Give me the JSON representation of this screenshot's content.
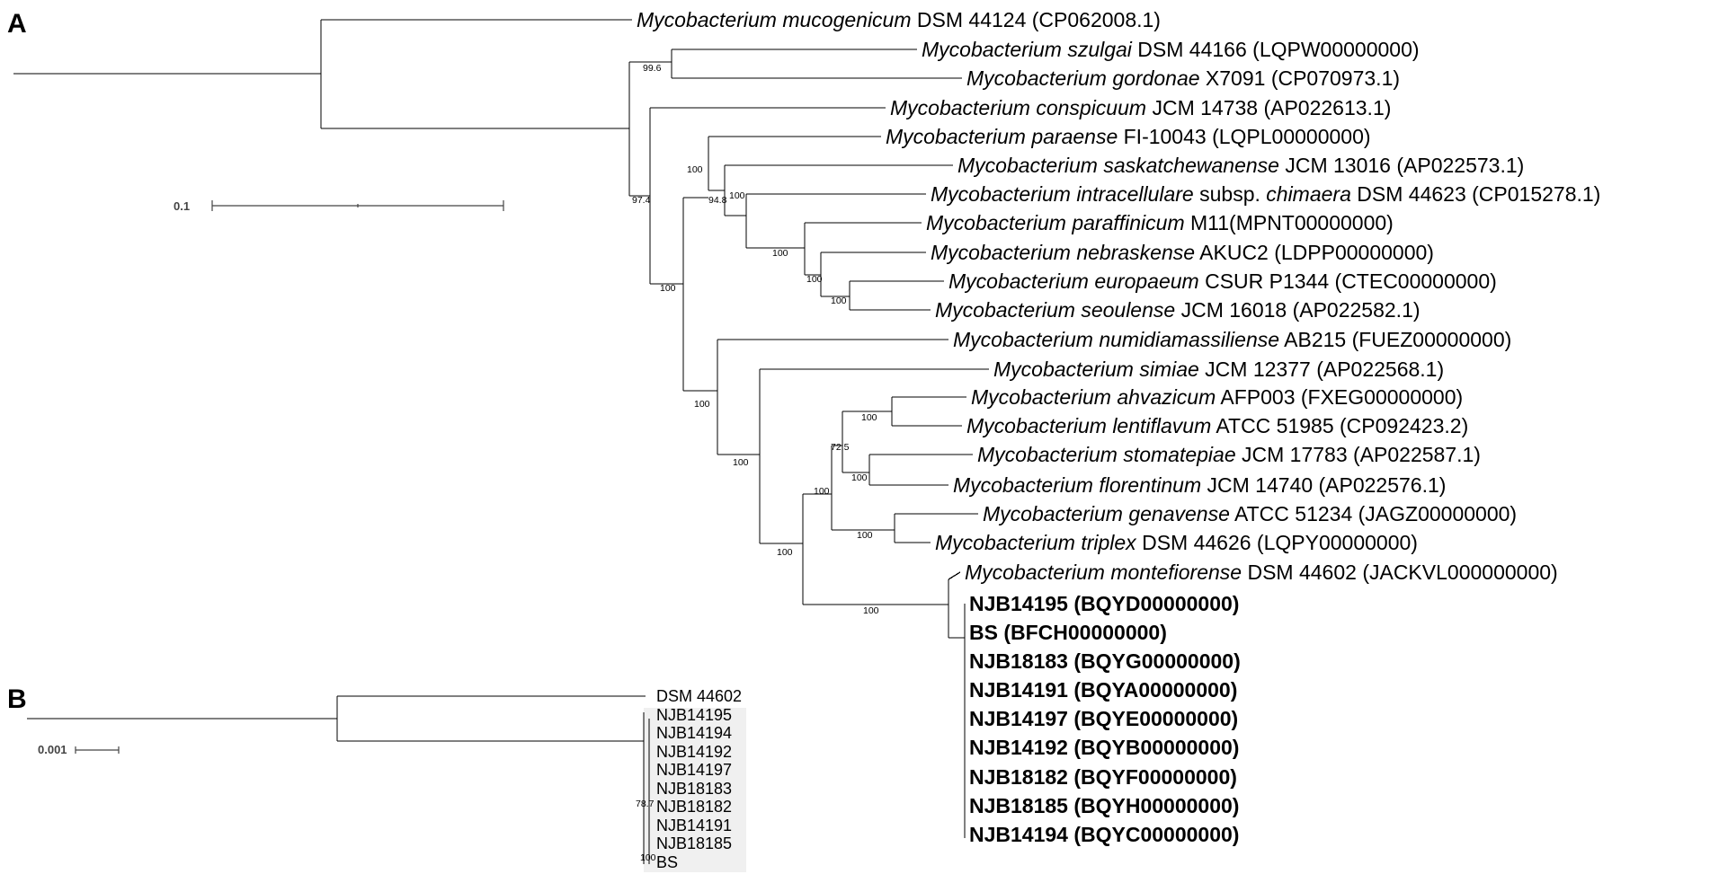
{
  "panels": {
    "a": {
      "letter": "A",
      "scale_label": "0.1",
      "support_values": [
        "99.6",
        "97.4",
        "100",
        "94.8",
        "100",
        "100",
        "100",
        "100",
        "100",
        "100",
        "100",
        "100",
        "72.5",
        "100",
        "100",
        "100",
        "100",
        "100"
      ],
      "leaves": [
        {
          "italic": "Mycobacterium mucogenicum",
          "rest": " DSM 44124 (CP062008.1)"
        },
        {
          "italic": "Mycobacterium szulgai",
          "rest": " DSM 44166 (LQPW00000000)"
        },
        {
          "italic": "Mycobacterium gordonae",
          "rest": " X7091 (CP070973.1)"
        },
        {
          "italic": "Mycobacterium conspicuum",
          "rest": " JCM 14738 (AP022613.1)"
        },
        {
          "italic": "Mycobacterium paraense",
          "rest": " FI-10043 (LQPL00000000)"
        },
        {
          "italic": "Mycobacterium saskatchewanense",
          "rest": " JCM 13016 (AP022573.1)"
        },
        {
          "italic": "Mycobacterium intracellulare",
          "rest": " subsp. ",
          "italic2": "chimaera",
          "rest2": " DSM 44623 (CP015278.1)"
        },
        {
          "italic": "Mycobacterium paraffinicum",
          "rest": " M11(MPNT00000000)"
        },
        {
          "italic": "Mycobacterium nebraskense",
          "rest": " AKUC2 (LDPP00000000)"
        },
        {
          "italic": "Mycobacterium europaeum",
          "rest": " CSUR P1344 (CTEC00000000)"
        },
        {
          "italic": "Mycobacterium seoulense",
          "rest": " JCM 16018 (AP022582.1)"
        },
        {
          "italic": "Mycobacterium numidiamassiliense",
          "rest": " AB215 (FUEZ00000000)"
        },
        {
          "italic": "Mycobacterium simiae",
          "rest": " JCM 12377 (AP022568.1)"
        },
        {
          "italic": "Mycobacterium ahvazicum",
          "rest": " AFP003 (FXEG00000000)"
        },
        {
          "italic": "Mycobacterium lentiflavum",
          "rest": " ATCC 51985 (CP092423.2)"
        },
        {
          "italic": "Mycobacterium stomatepiae",
          "rest": " JCM 17783 (AP022587.1)"
        },
        {
          "italic": "Mycobacterium florentinum",
          "rest": " JCM 14740 (AP022576.1)"
        },
        {
          "italic": "Mycobacterium genavense",
          "rest": " ATCC 51234 (JAGZ00000000)"
        },
        {
          "italic": "Mycobacterium triplex",
          "rest": " DSM 44626 (LQPY00000000)"
        },
        {
          "italic": "Mycobacterium montefiorense",
          "rest": " DSM 44602 (JACKVL000000000)"
        }
      ],
      "bold_leaves": [
        "NJB14195 (BQYD00000000)",
        "BS (BFCH00000000)",
        "NJB18183 (BQYG00000000)",
        "NJB14191 (BQYA00000000)",
        "NJB14197 (BQYE00000000)",
        "NJB14192 (BQYB00000000)",
        "NJB18182 (BQYF00000000)",
        "NJB18185 (BQYH00000000)",
        "NJB14194 (BQYC00000000)"
      ]
    },
    "b": {
      "letter": "B",
      "scale_label": "0.001",
      "support_values": [
        "78.7",
        "100"
      ],
      "leaves": [
        "DSM 44602",
        "NJB14195",
        "NJB14194",
        "NJB14192",
        "NJB14197",
        "NJB18183",
        "NJB18182",
        "NJB14191",
        "NJB18185",
        "BS"
      ]
    }
  }
}
